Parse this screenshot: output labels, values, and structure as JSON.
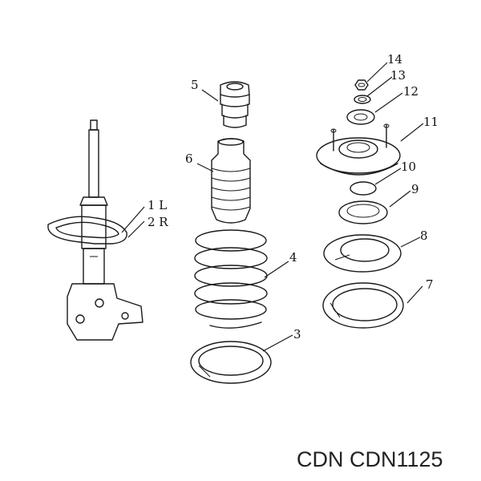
{
  "diagram": {
    "callouts": [
      "1 L",
      "2 R",
      "3",
      "4",
      "5",
      "6",
      "7",
      "8",
      "9",
      "10",
      "11",
      "12",
      "13",
      "14"
    ],
    "brand_text": "CDN CDN1125"
  }
}
